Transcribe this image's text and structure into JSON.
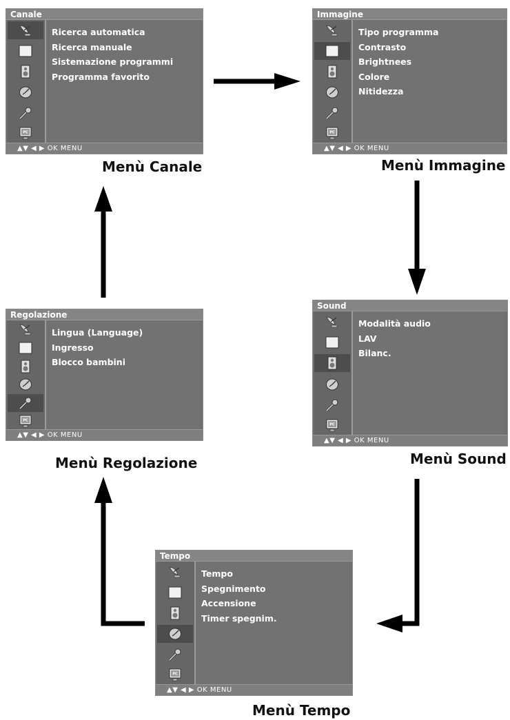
{
  "menus": {
    "canale": {
      "title": "Canale",
      "items": [
        "Ricerca automatica",
        "Ricerca manuale",
        "Sistemazione programmi",
        "Programma favorito"
      ],
      "active_icon": "satellite-icon",
      "footer": "▲▼ ◀ ▶ OK MENU",
      "caption": "Menù Canale"
    },
    "immagine": {
      "title": "Immagine",
      "items": [
        "Tipo programma",
        "Contrasto",
        "Brightnees",
        "Colore",
        "Nitidezza"
      ],
      "active_icon": "picture-icon",
      "footer": "▲▼ ◀ ▶ OK MENU",
      "caption": "Menù Immagine"
    },
    "sound": {
      "title": "Sound",
      "items": [
        "Modalità audio",
        "LAV",
        "Bilanc."
      ],
      "active_icon": "speaker-icon",
      "footer": "▲▼ ◀ ▶ OK MENU",
      "caption": "Menù Sound"
    },
    "tempo": {
      "title": "Tempo",
      "items": [
        "Tempo",
        "Spegnimento",
        "Accensione",
        "Timer spegnim."
      ],
      "active_icon": "clock-icon",
      "footer": "▲▼ ◀ ▶ OK MENU",
      "caption": "Menù Tempo"
    },
    "regolazione": {
      "title": "Regolazione",
      "items": [
        "Lingua (Language)",
        "Ingresso",
        "Blocco bambini"
      ],
      "active_icon": "settings-icon",
      "footer": "▲▼ ◀ ▶ OK MENU",
      "caption": "Menù Regolazione"
    }
  },
  "icons": [
    "satellite-icon",
    "picture-icon",
    "speaker-icon",
    "clock-icon",
    "settings-icon",
    "pc-icon"
  ],
  "pc_icon_label": "PC",
  "colors": {
    "panel": "#6f6f6f",
    "active": "#4d4d4d",
    "text": "#ffffff",
    "arrow": "#000000"
  }
}
